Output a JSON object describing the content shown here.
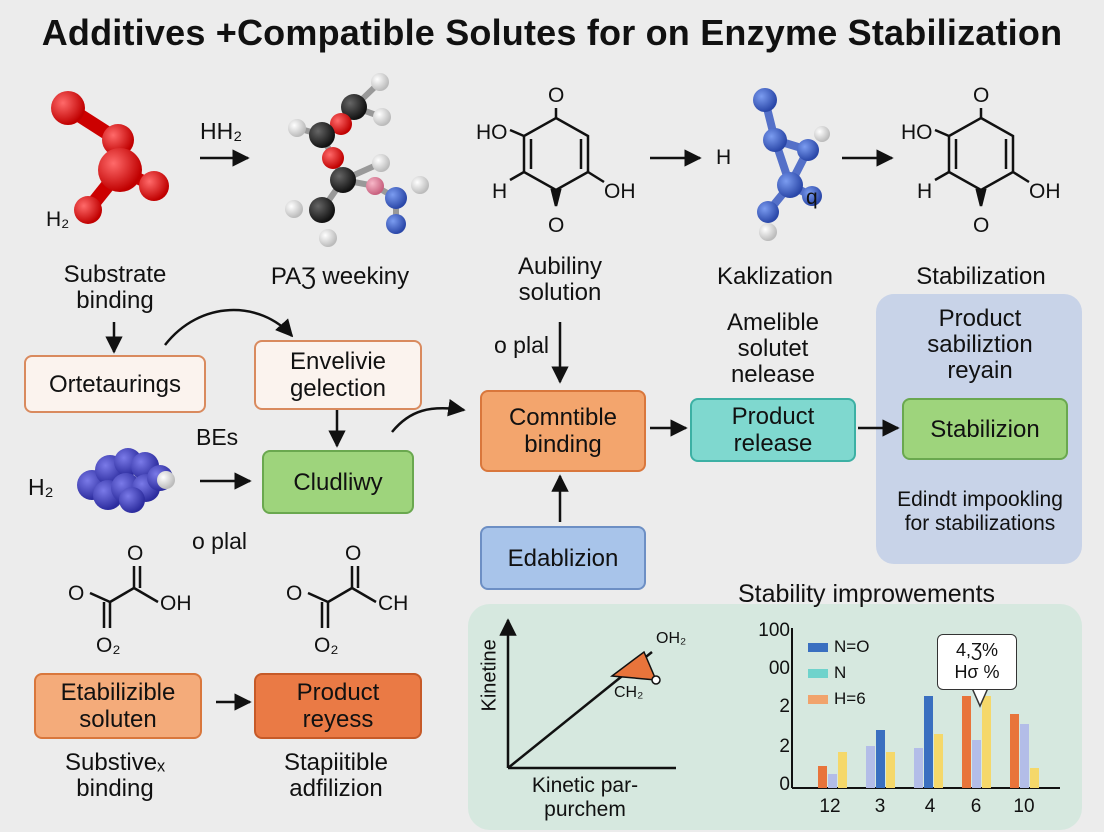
{
  "title": "Additives +Compatible Solutes for on Enzyme Stabilization",
  "molecule_labels": {
    "h2_top_left": "H₂",
    "hh2": "HH₂",
    "ho_1": "HO",
    "o_1": "O",
    "h_1": "H",
    "oh_1": "OH",
    "o_1b": "O",
    "h_arrow": "H",
    "q": "q",
    "ho_2": "HO",
    "o_2": "O",
    "h_2": "H",
    "oh_2": "OH",
    "o_2b": "O",
    "h2_left": "H₂",
    "bes": "BEs",
    "o_plal_1": "o plal",
    "o_plal_2": "o plal",
    "ox1_o": "O",
    "ox1_o2": "O",
    "ox1_oh": "OH",
    "ox1_o2sub": "O₂",
    "ox2_o": "O",
    "ox2_o2": "O",
    "ox2_ch": "CH",
    "ox2_o2sub": "O₂"
  },
  "captions": {
    "substrate_binding": "Substrate\nbinding",
    "pa_weekiny": "PAƷ weekiny",
    "aubiliny_solution": "Aubiliny\nsolution",
    "kaklization": "Kaklization",
    "stabilization": "Stabilization",
    "amelible": "Amelible\nsolutet\nnelease",
    "product_sabiliztion": "Product\nsabiliztion\nreyain",
    "edindt": "Edindt impookling\nfor stabilizations",
    "substivex_binding": "Substiveₓ\nbinding",
    "stapiitible": "Stapiitible\nadfilizion"
  },
  "boxes": {
    "ortetaurings": "Ortetaurings",
    "envelivie": "Envelivie\ngelection",
    "cludliwry": "Cludliwy",
    "comntible": "Comntible\nbinding",
    "product_release": "Product\nrelease",
    "stabilizion": "Stabilizion",
    "edablizion": "Edablizion",
    "etabilizible": "Etabilizible\nsoluten",
    "product_reyess": "Product\nreyess"
  },
  "kinetic_plot": {
    "ylabel": "Kinetine",
    "xlabel": "Kinetic par-\npurchem",
    "oh2": "OH₂",
    "ch2": "CH₂"
  },
  "chart_data": {
    "type": "bar",
    "title": "Stability improwements",
    "categories": [
      "12",
      "3",
      "4",
      "6",
      "10"
    ],
    "y_tick_labels": [
      "100",
      "00",
      "2",
      "2",
      "0"
    ],
    "legend": [
      "N=O",
      "N",
      "H=6"
    ],
    "legend_placement": "top-left",
    "series": [
      {
        "name": "H=6",
        "color": "#e8743b",
        "values": [
          0.55,
          null,
          null,
          2.3,
          1.85
        ]
      },
      {
        "name": "",
        "color": "#b3bde8",
        "values": [
          0.35,
          1.05,
          1.0,
          1.2,
          1.6
        ]
      },
      {
        "name": "N=O",
        "color": "#3a6fc0",
        "values": [
          null,
          1.45,
          2.3,
          null,
          null
        ]
      },
      {
        "name": "",
        "color": "#f5d86a",
        "values": [
          0.9,
          0.9,
          1.35,
          2.3,
          0.5
        ]
      }
    ],
    "ylim": [
      0,
      4
    ],
    "callout": "4,Ʒ%\nHσ %"
  },
  "colors": {
    "accent_orange": "#f3a56d",
    "accent_green": "#9ed47c",
    "accent_cyan": "#7fd8cf",
    "accent_blue": "#a8c4ea",
    "red_atom": "#e01010",
    "blue_atom": "#3f6bd0"
  }
}
